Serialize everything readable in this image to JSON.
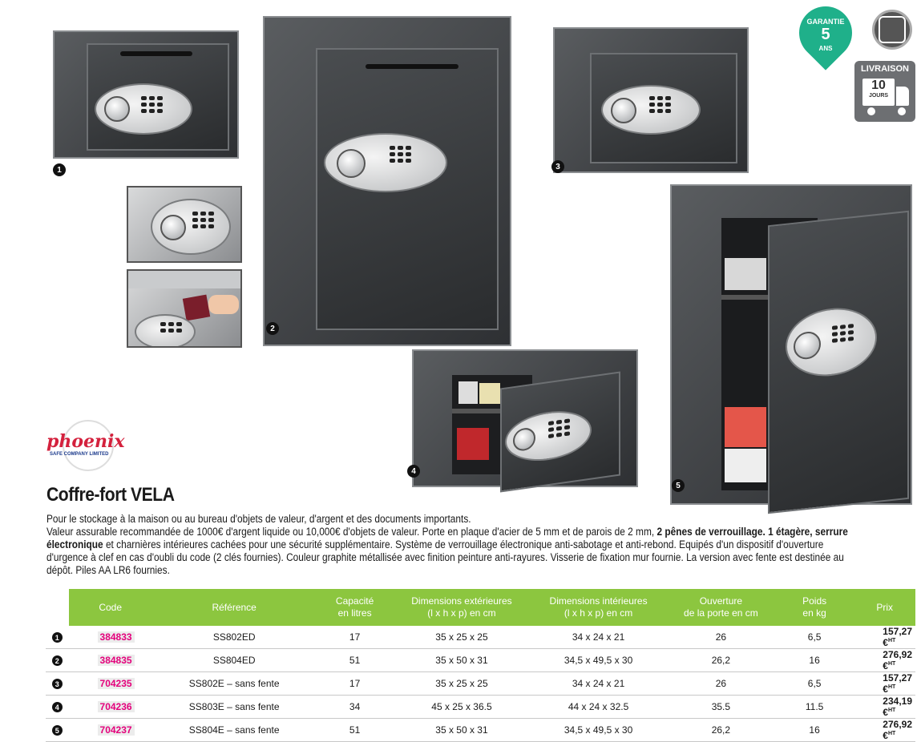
{
  "badges": {
    "garantie_label": "GARANTIE",
    "garantie_years": "5",
    "garantie_unit": "ANS",
    "livraison_label": "LIVRAISON",
    "livraison_days": "10",
    "livraison_unit": "JOURS"
  },
  "brand": {
    "name": "phoenix",
    "tagline": "SAFE COMPANY LIMITED"
  },
  "image_numbers": [
    "1",
    "2",
    "3",
    "4",
    "5"
  ],
  "product": {
    "title": "Coffre-fort VELA",
    "desc_line1": "Pour le stockage à la maison ou au bureau d'objets de valeur, d'argent et des documents importants.",
    "desc_p1": "Valeur assurable recommandée de 1000€ d'argent liquide ou 10,000€ d'objets de valeur. Porte en plaque d'acier de 5 mm et de parois de 2 mm, ",
    "desc_b1": "2 pênes de verrouillage. 1 étagère, serrure électronique",
    "desc_p2": " et charnières intérieures cachées pour une sécurité supplémentaire. Système de verrouillage électronique anti-sabotage et anti-rebond. Equipés d'un dispositif d'ouverture d'urgence à clef en cas d'oubli du code (2 clés fournies). Couleur graphite métallisée avec finition peinture anti-rayures. Visserie de fixation mur fournie. La version avec fente est destinée au dépôt. Piles AA LR6 fournies."
  },
  "table": {
    "headers": {
      "code": "Code",
      "reference": "Référence",
      "capacite_1": "Capacité",
      "capacite_2": "en litres",
      "dim_ext_1": "Dimensions extérieures",
      "dim_ext_2": "(l x h x p) en cm",
      "dim_int_1": "Dimensions intérieures",
      "dim_int_2": "(l x h x p) en cm",
      "ouverture_1": "Ouverture",
      "ouverture_2": "de la porte en cm",
      "poids_1": "Poids",
      "poids_2": "en kg",
      "prix": "Prix"
    },
    "price_suffix": "HT",
    "rows": [
      {
        "num": "1",
        "code": "384833",
        "reference": "SS802ED",
        "capacite": "17",
        "dim_ext": "35 x 25 x 25",
        "dim_int": "34 x 24 x 21",
        "ouverture": "26",
        "poids": "6,5",
        "prix": "157,27 €"
      },
      {
        "num": "2",
        "code": "384835",
        "reference": "SS804ED",
        "capacite": "51",
        "dim_ext": "35 x 50 x 31",
        "dim_int": "34,5 x 49,5 x 30",
        "ouverture": "26,2",
        "poids": "16",
        "prix": "276,92 €"
      },
      {
        "num": "3",
        "code": "704235",
        "reference": "SS802E – sans fente",
        "capacite": "17",
        "dim_ext": "35 x 25 x 25",
        "dim_int": "34 x 24 x 21",
        "ouverture": "26",
        "poids": "6,5",
        "prix": "157,27 €"
      },
      {
        "num": "4",
        "code": "704236",
        "reference": "SS803E – sans fente",
        "capacite": "34",
        "dim_ext": "45 x 25 x 36.5",
        "dim_int": "44 x 24 x 32.5",
        "ouverture": "35.5",
        "poids": "11.5",
        "prix": "234,19 €"
      },
      {
        "num": "5",
        "code": "704237",
        "reference": "SS804E – sans fente",
        "capacite": "51",
        "dim_ext": "35 x 50 x 31",
        "dim_int": "34,5 x 49,5 x 30",
        "ouverture": "26,2",
        "poids": "16",
        "prix": "276,92 €"
      }
    ]
  }
}
